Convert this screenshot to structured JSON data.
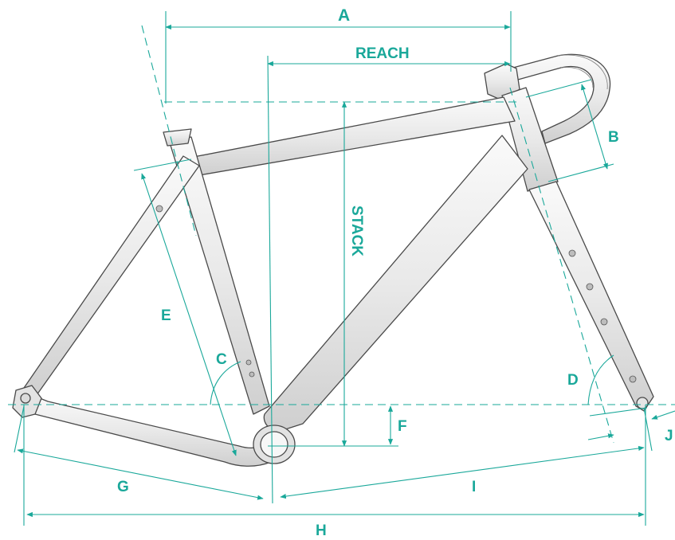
{
  "colors": {
    "accent": "#1aa89a",
    "frame_stroke": "#4a4a4a",
    "frame_fill": "#f1f1f1",
    "frame_shade": "#d6d6d6"
  },
  "labels": {
    "a": "A",
    "reach": "REACH",
    "b": "B",
    "stack": "STACK",
    "c": "C",
    "d": "D",
    "e": "E",
    "f": "F",
    "g": "G",
    "h": "H",
    "i": "I",
    "j": "J"
  }
}
